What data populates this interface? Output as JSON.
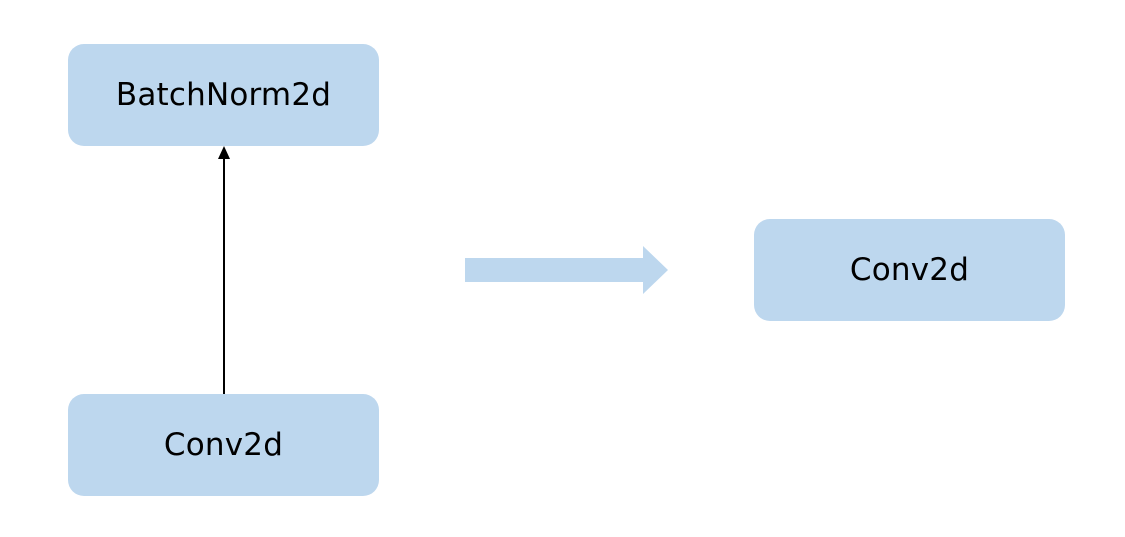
{
  "colors": {
    "node_fill": "#bdd7ee",
    "arrow_line": "#000000",
    "fuse_arrow": "#bdd7ee"
  },
  "nodes": {
    "batchnorm": {
      "label": "BatchNorm2d"
    },
    "conv_left": {
      "label": "Conv2d"
    },
    "conv_right": {
      "label": "Conv2d"
    }
  }
}
